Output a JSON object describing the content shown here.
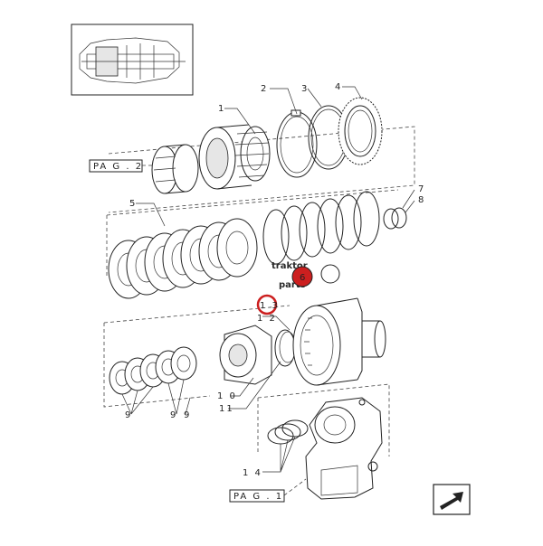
{
  "callouts": {
    "c1": "1",
    "c2": "2",
    "c3": "3",
    "c4": "4",
    "c5": "5",
    "c7": "7",
    "c8": "8",
    "c9a": "9",
    "c9b": "9",
    "c9c": "9",
    "c10": "1 0",
    "c11": "11",
    "c12": "1 2",
    "c13": "1 3",
    "c14": "1 4"
  },
  "page_refs": {
    "top": "PA G . 2",
    "bottom": "PA G . 1"
  },
  "watermark": {
    "line1": "traktor",
    "line2": "parts",
    "badge": "6"
  },
  "colors": {
    "highlight": "#cc1f1f",
    "watermark": "#2a2a2a"
  },
  "icons": {
    "next_page": "arrow-next-icon"
  }
}
